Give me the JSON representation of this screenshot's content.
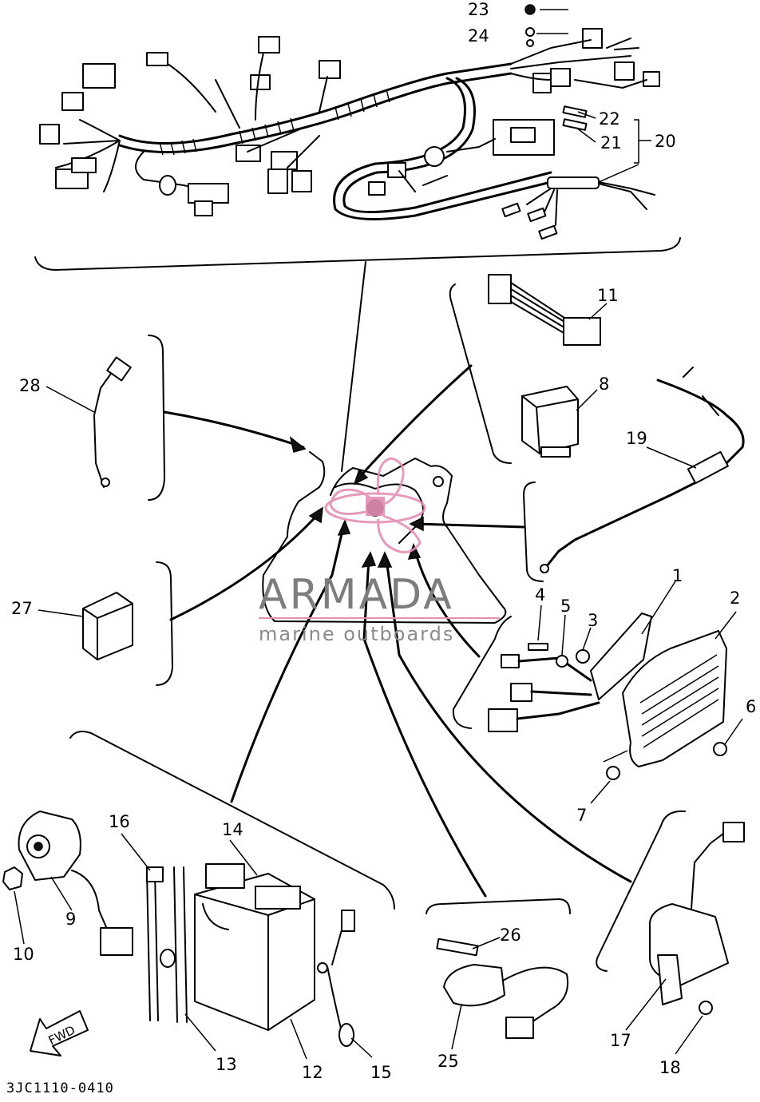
{
  "diagram": {
    "document_code": "3JC1110-0410",
    "direction_label": "FWD",
    "callouts": {
      "p1": "1",
      "p2": "2",
      "p3": "3",
      "p4": "4",
      "p5": "5",
      "p6": "6",
      "p7": "7",
      "p8": "8",
      "p9": "9",
      "p10": "10",
      "p11": "11",
      "p12": "12",
      "p13": "13",
      "p14": "14",
      "p15": "15",
      "p16": "16",
      "p17": "17",
      "p18": "18",
      "p19": "19",
      "p20": "20",
      "p21": "21",
      "p22": "22",
      "p23": "23",
      "p24": "24",
      "p25": "25",
      "p26": "26",
      "p27": "27",
      "p28": "28"
    }
  },
  "watermark": {
    "brand": "ARMADA",
    "tagline": "marine outboards",
    "accent_color": "#e58fb4",
    "text_color": "#7d7d7d"
  }
}
